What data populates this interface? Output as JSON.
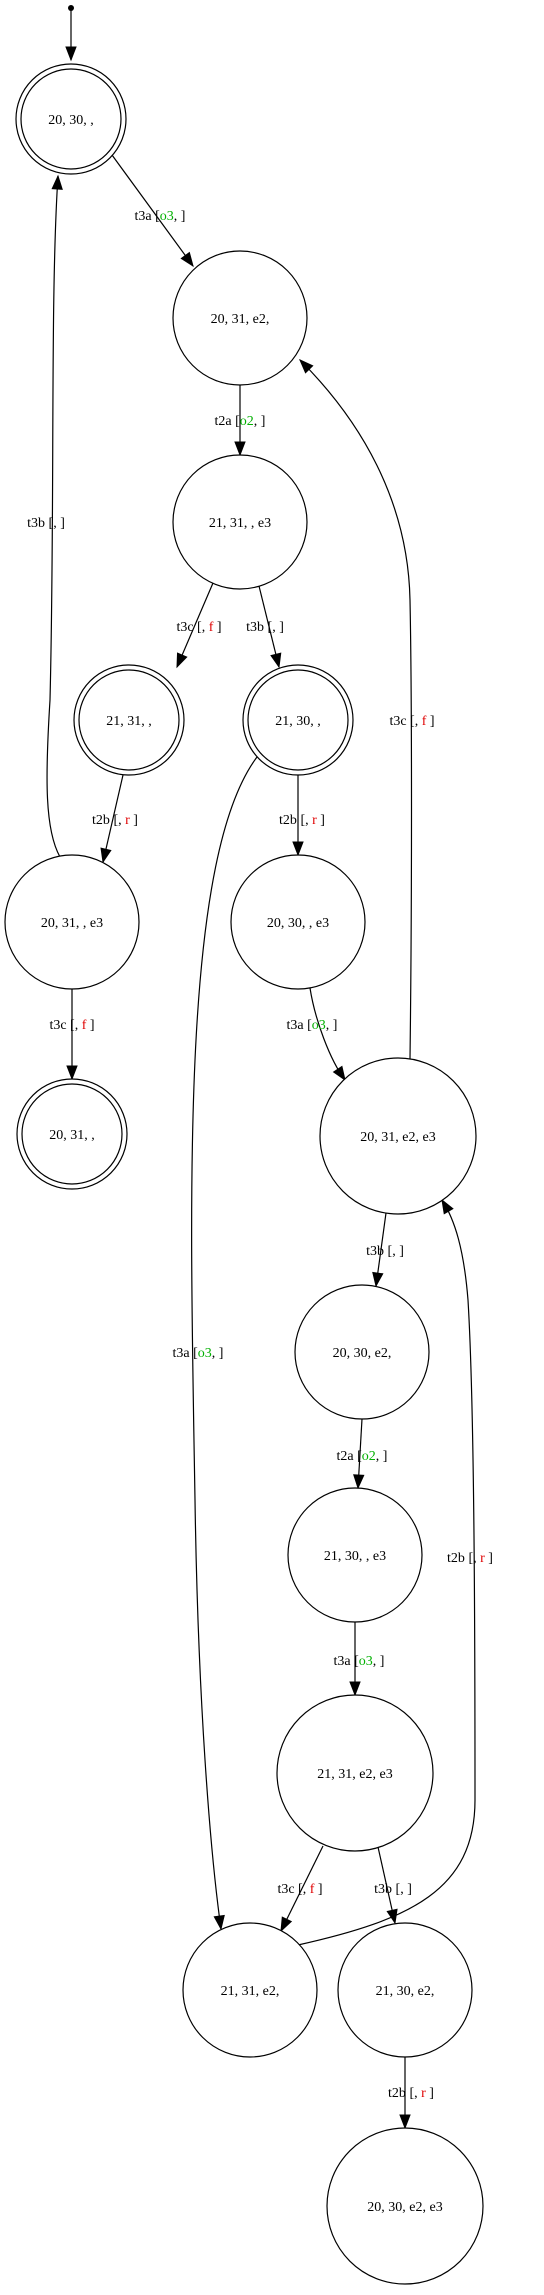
{
  "colors": {
    "output_green": "#00b000",
    "output_red": "#e00000",
    "stroke": "#000000",
    "background": "#ffffff"
  },
  "nodes": [
    {
      "id": "n1",
      "label": "20, 30, ,",
      "final": true
    },
    {
      "id": "n2",
      "label": "20, 31, e2,",
      "final": false
    },
    {
      "id": "n3",
      "label": "21, 31, , e3",
      "final": false
    },
    {
      "id": "n4",
      "label": "21, 31, ,",
      "final": true
    },
    {
      "id": "n5",
      "label": "21, 30, ,",
      "final": true
    },
    {
      "id": "n6",
      "label": "20, 31, , e3",
      "final": false
    },
    {
      "id": "n7",
      "label": "20, 30, , e3",
      "final": false
    },
    {
      "id": "n8",
      "label": "20, 31, ,",
      "final": true
    },
    {
      "id": "n9",
      "label": "20, 31, e2, e3",
      "final": false
    },
    {
      "id": "n10",
      "label": "20, 30, e2,",
      "final": false
    },
    {
      "id": "n11",
      "label": "21, 30, , e3",
      "final": false
    },
    {
      "id": "n12",
      "label": "21, 31, e2, e3",
      "final": false
    },
    {
      "id": "n13",
      "label": "21, 31, e2,",
      "final": false
    },
    {
      "id": "n14",
      "label": "21, 30, e2,",
      "final": false
    },
    {
      "id": "n15",
      "label": "20, 30, e2, e3",
      "final": false
    }
  ],
  "edges": [
    {
      "id": "e1",
      "from": "n1",
      "to": "n2",
      "event": "t3a",
      "out1": "o3",
      "out2": ""
    },
    {
      "id": "e2",
      "from": "n2",
      "to": "n3",
      "event": "t2a",
      "out1": "o2",
      "out2": ""
    },
    {
      "id": "e3",
      "from": "n3",
      "to": "n4",
      "event": "t3c",
      "out1": "",
      "out2": "f"
    },
    {
      "id": "e4",
      "from": "n3",
      "to": "n5",
      "event": "t3b",
      "out1": "",
      "out2": ""
    },
    {
      "id": "e5",
      "from": "n4",
      "to": "n6",
      "event": "t2b",
      "out1": "",
      "out2": "r"
    },
    {
      "id": "e6",
      "from": "n6",
      "to": "n1",
      "event": "t3b",
      "out1": "",
      "out2": ""
    },
    {
      "id": "e7",
      "from": "n6",
      "to": "n8",
      "event": "t3c",
      "out1": "",
      "out2": "f"
    },
    {
      "id": "e8",
      "from": "n5",
      "to": "n7",
      "event": "t2b",
      "out1": "",
      "out2": "r"
    },
    {
      "id": "e9",
      "from": "n5",
      "to": "n13",
      "event": "t3a",
      "out1": "o3",
      "out2": ""
    },
    {
      "id": "e10",
      "from": "n7",
      "to": "n9",
      "event": "t3a",
      "out1": "o3",
      "out2": ""
    },
    {
      "id": "e11",
      "from": "n9",
      "to": "n2",
      "event": "t3c",
      "out1": "",
      "out2": "f"
    },
    {
      "id": "e12",
      "from": "n9",
      "to": "n10",
      "event": "t3b",
      "out1": "",
      "out2": ""
    },
    {
      "id": "e13",
      "from": "n10",
      "to": "n11",
      "event": "t2a",
      "out1": "o2",
      "out2": ""
    },
    {
      "id": "e14",
      "from": "n11",
      "to": "n12",
      "event": "t3a",
      "out1": "o3",
      "out2": ""
    },
    {
      "id": "e15",
      "from": "n12",
      "to": "n13",
      "event": "t3c",
      "out1": "",
      "out2": "f"
    },
    {
      "id": "e16",
      "from": "n12",
      "to": "n14",
      "event": "t3b",
      "out1": "",
      "out2": ""
    },
    {
      "id": "e17",
      "from": "n13",
      "to": "n9",
      "event": "t2b",
      "out1": "",
      "out2": "r"
    },
    {
      "id": "e18",
      "from": "n14",
      "to": "n15",
      "event": "t2b",
      "out1": "",
      "out2": "r"
    }
  ]
}
